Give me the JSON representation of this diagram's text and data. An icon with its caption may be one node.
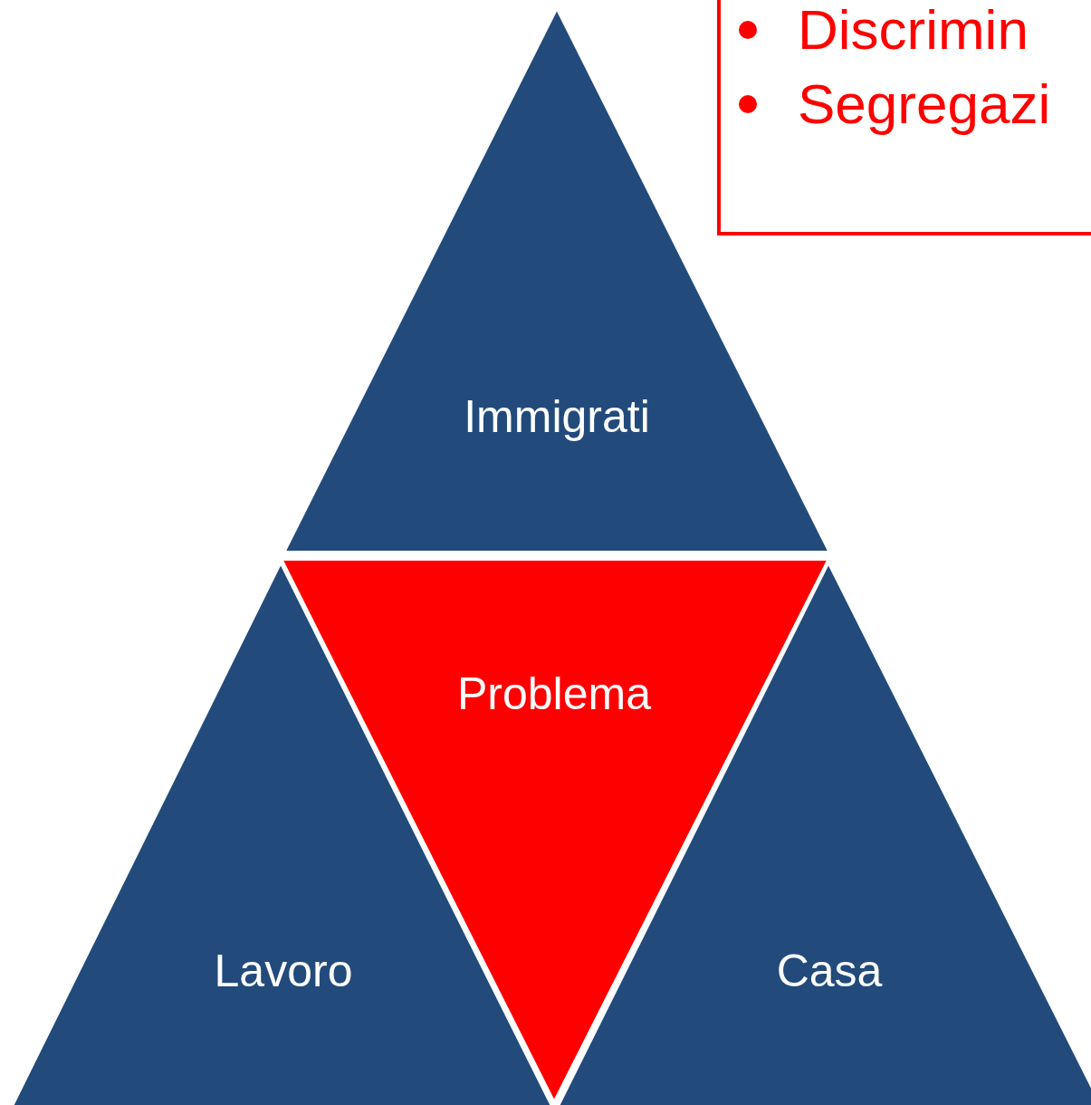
{
  "diagram": {
    "nodes": [
      {
        "text": [
          "Immigrati"
        ]
      },
      {
        "text": [
          "Problema"
        ]
      },
      {
        "text": [
          "Lavoro"
        ]
      },
      {
        "text": [
          "Casa"
        ]
      },
      {
        "text": [
          "Discrimin",
          "Segregazi"
        ]
      }
    ]
  }
}
